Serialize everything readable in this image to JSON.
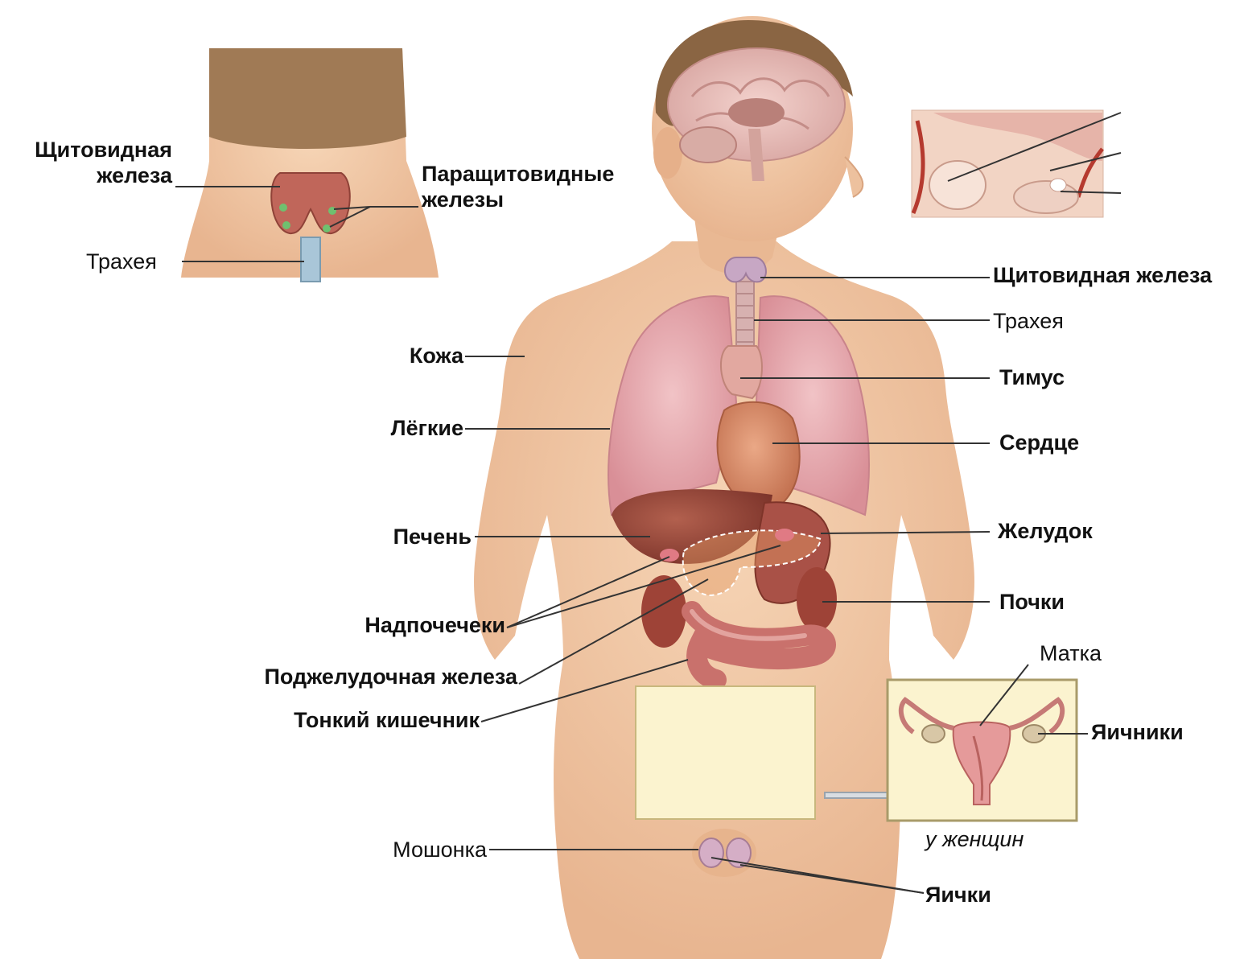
{
  "colors": {
    "skin": "#f2c9a6",
    "skin_shadow": "#e3b08c",
    "hair": "#8a6543",
    "lung": "#e8a9b0",
    "liver": "#9c4a3d",
    "heart": "#d98e6e",
    "intestine": "#c9716c",
    "inset_bg": "#fbf3cf",
    "leader_line": "#333333"
  },
  "neck_inset": {
    "thyroid": "Щитовидная\nжелеза",
    "parathyroid": "Паращитовидные\nжелезы",
    "trachea": "Трахея"
  },
  "body_labels": {
    "thyroid": "Щитовидная железа",
    "trachea": "Трахея",
    "thymus": "Тимус",
    "heart": "Сердце",
    "stomach": "Желудок",
    "kidneys": "Почки",
    "skin": "Кожа",
    "lungs": "Лёгкие",
    "liver": "Печень",
    "adrenals": "Надпочечеки",
    "pancreas": "Поджелудочная железа",
    "small_intestine": "Тонкий кишечник",
    "scrotum": "Мошонка",
    "testes": "Яички"
  },
  "female_inset": {
    "uterus": "Матка",
    "ovaries": "Яичники",
    "caption": "у женщин"
  }
}
